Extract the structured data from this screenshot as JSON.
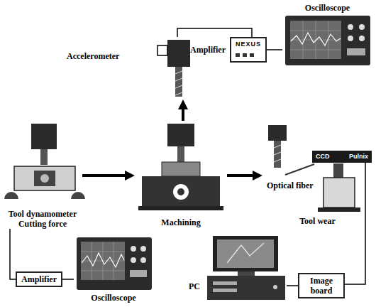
{
  "diagram": {
    "nodes": [
      {
        "text": [
          "Amplifier",
          "NEXUS"
        ]
      },
      {
        "text": [
          "Oscilloscope"
        ]
      },
      {
        "text": [
          "Accelerometer"
        ]
      },
      {
        "text": [
          "Tool dynamometer",
          "Cutting force"
        ]
      },
      {
        "text": [
          "Machining"
        ]
      },
      {
        "text": [
          "Tool wear"
        ]
      },
      {
        "text": [
          "CCD",
          "Pulnix"
        ]
      },
      {
        "text": [
          "Amplifier"
        ]
      },
      {
        "text": [
          "Oscilloscope"
        ]
      },
      {
        "text": [
          "PC"
        ]
      },
      {
        "text": [
          "Image board"
        ]
      }
    ],
    "edges": [
      {
        "from": 2,
        "to": 0,
        "arrow": "none"
      },
      {
        "from": 0,
        "to": 1,
        "arrow": "none"
      },
      {
        "from": 3,
        "to": 7,
        "arrow": "none"
      },
      {
        "from": 7,
        "to": 8,
        "arrow": "none"
      },
      {
        "from": 6,
        "to": 10,
        "arrow": "none"
      },
      {
        "from": 10,
        "to": 9,
        "arrow": "none"
      },
      {
        "from": 3,
        "to": 4,
        "arrow": "to"
      },
      {
        "from": 4,
        "to": 5,
        "arrow": "to"
      },
      {
        "from": 4,
        "to": 2,
        "arrow": "to"
      }
    ],
    "labels": [
      "Optical fiber"
    ]
  }
}
